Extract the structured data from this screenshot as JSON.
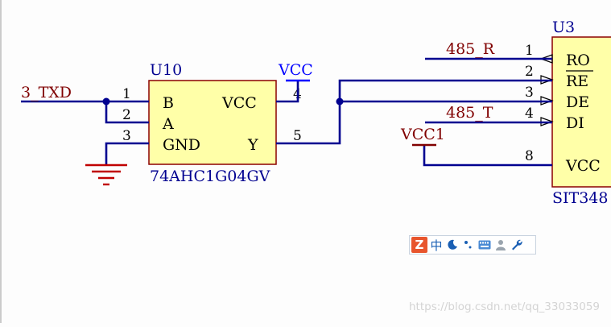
{
  "schematic": {
    "u10": {
      "designator": "U10",
      "part": "74AHC1G04GV",
      "pins": {
        "b": {
          "num": "1",
          "name": "B"
        },
        "a": {
          "num": "2",
          "name": "A"
        },
        "gnd": {
          "num": "3",
          "name": "GND"
        },
        "vcc": {
          "num": "4",
          "name": "VCC"
        },
        "y": {
          "num": "5",
          "name": "Y"
        }
      }
    },
    "u3": {
      "designator": "U3",
      "part": "SIT348",
      "pins": {
        "ro": {
          "num": "1",
          "name": "RO"
        },
        "re": {
          "num": "2",
          "name": "RE",
          "inverted": true
        },
        "de": {
          "num": "3",
          "name": "DE"
        },
        "di": {
          "num": "4",
          "name": "DI"
        },
        "vcc": {
          "num": "8",
          "name": "VCC"
        }
      }
    },
    "nets": {
      "txd": "3_TXD",
      "r485": "485_R",
      "t485": "485_T",
      "vcc": "VCC",
      "vcc1": "VCC1"
    },
    "colors": {
      "wire": "#000090",
      "comp_fill": "#ffffa8",
      "comp_border": "#8b0000",
      "designator": "#000090",
      "net_label": "#800000",
      "power_port": "#0000ff",
      "gnd_symbol": "#c00000"
    }
  },
  "ime_toolbar": {
    "logo": "Z",
    "mode": "中",
    "icons": [
      "moon-icon",
      "punctuation-icon",
      "keyboard-icon",
      "user-icon",
      "wrench-icon"
    ]
  },
  "watermark": "https://blog.csdn.net/qq_33033059"
}
